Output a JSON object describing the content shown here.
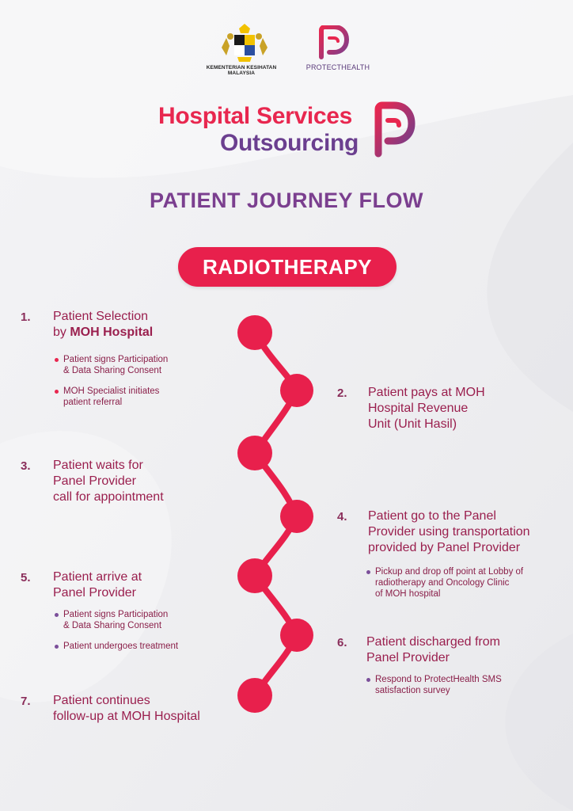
{
  "logos": {
    "moh_caption": "KEMENTERIAN KESIHATAN MALAYSIA",
    "ph_caption": "PROTECTHEALTH"
  },
  "header": {
    "title_line1": "Hospital Services",
    "title_line2": "Outsourcing",
    "journey_title": "PATIENT JOURNEY FLOW",
    "service": "RADIOTHERAPY"
  },
  "colors": {
    "brand_red": "#e8274f",
    "brand_purple": "#6b3f8f",
    "text_maroon": "#9a1f4e"
  },
  "steps": [
    {
      "num": "1.",
      "line1": "Patient Selection",
      "line2_prefix": "by ",
      "line2_bold": "MOH Hospital",
      "bullets": [
        "Patient signs Participation",
        "& Data Sharing Consent",
        "MOH Specialist initiates",
        "patient referral"
      ]
    },
    {
      "num": "2.",
      "lines": [
        "Patient pays at MOH",
        "Hospital Revenue",
        "Unit (Unit Hasil)"
      ]
    },
    {
      "num": "3.",
      "lines": [
        "Patient waits for",
        "Panel Provider",
        "call for appointment"
      ]
    },
    {
      "num": "4.",
      "lines": [
        "Patient go to the Panel",
        "Provider using transportation",
        "provided by Panel Provider"
      ],
      "bullets": [
        "Pickup and drop off point at Lobby of",
        "radiotherapy and Oncology Clinic",
        "of MOH hospital"
      ]
    },
    {
      "num": "5.",
      "lines": [
        "Patient arrive at",
        "Panel Provider"
      ],
      "bullets": [
        "Patient signs Participation",
        "& Data Sharing Consent",
        "Patient undergoes treatment"
      ]
    },
    {
      "num": "6.",
      "lines": [
        "Patient discharged from",
        "Panel Provider"
      ],
      "bullets": [
        "Respond to ProtectHealth SMS",
        "satisfaction survey"
      ]
    },
    {
      "num": "7.",
      "lines": [
        "Patient continues",
        "follow-up at MOH Hospital"
      ]
    }
  ]
}
